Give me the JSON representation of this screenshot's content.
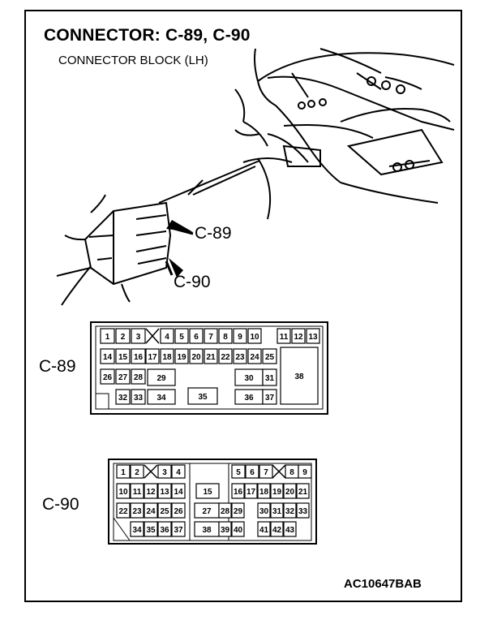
{
  "header": {
    "title": "CONNECTOR: C-89, C-90",
    "subtitle": "CONNECTOR BLOCK (LH)"
  },
  "illustration": {
    "callout_c89": "C-89",
    "callout_c90": "C-90"
  },
  "connectors": {
    "c89": {
      "label": "C-89",
      "pins": [
        "1",
        "2",
        "3",
        "4",
        "5",
        "6",
        "7",
        "8",
        "9",
        "10",
        "11",
        "12",
        "13",
        "14",
        "15",
        "16",
        "17",
        "18",
        "19",
        "20",
        "21",
        "22",
        "23",
        "24",
        "25",
        "26",
        "27",
        "28",
        "29",
        "30",
        "31",
        "32",
        "33",
        "34",
        "35",
        "36",
        "37",
        "38"
      ]
    },
    "c90": {
      "label": "C-90",
      "pins": [
        "1",
        "2",
        "3",
        "4",
        "5",
        "6",
        "7",
        "8",
        "9",
        "10",
        "11",
        "12",
        "13",
        "14",
        "15",
        "16",
        "17",
        "18",
        "19",
        "20",
        "21",
        "22",
        "23",
        "24",
        "25",
        "26",
        "27",
        "28",
        "29",
        "30",
        "31",
        "32",
        "33",
        "34",
        "35",
        "36",
        "37",
        "38",
        "39",
        "40",
        "41",
        "42",
        "43"
      ]
    }
  },
  "footer": {
    "image_id": "AC10647BAB"
  }
}
